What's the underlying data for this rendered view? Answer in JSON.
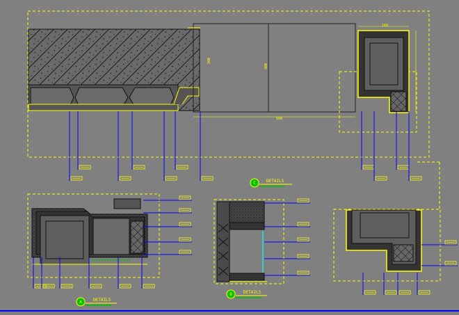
{
  "drawing": {
    "title_label": "DETAILS",
    "titles": [
      {
        "id": "c",
        "marker": "C",
        "label": "DETAILS"
      },
      {
        "id": "a",
        "marker": "A",
        "label": "DETAILS"
      },
      {
        "id": "b",
        "marker": "B",
        "label": "DETAILS"
      }
    ],
    "dims": {
      "top_width": "160",
      "top_height": "200",
      "mid_height": "300",
      "bottom_width": "500",
      "right_width": "120"
    },
    "colors": {
      "background": "#808080",
      "outline": "#ffff00",
      "leader": "#0000ff",
      "hatch": "#1a1a1a",
      "panel": "#5e5e5e",
      "accent": "#00ffff",
      "marker": "#00c000"
    }
  }
}
